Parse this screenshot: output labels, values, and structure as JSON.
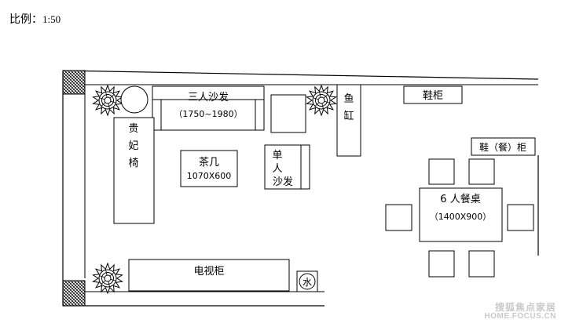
{
  "scale": {
    "label": "比例：",
    "value": "1:50"
  },
  "furniture": {
    "sofa3_name": "三人沙发",
    "sofa3_size": "（1750~1980）",
    "armchair_chars": [
      "贵",
      "妃",
      "椅"
    ],
    "coffee_table_name": "茶几",
    "coffee_table_size": "1070X600",
    "single_sofa_chars": [
      "单",
      "人",
      "沙发"
    ],
    "fish_tank_chars": [
      "鱼",
      "缸"
    ],
    "shoe_cabinet": "鞋柜",
    "shoe_dining_cabinet": "鞋（餐）柜",
    "dining_table_name": "6 人餐桌",
    "dining_table_size": "（1400X900）",
    "tv_cabinet": "电视柜",
    "water": "水"
  },
  "watermark": {
    "line1": "搜狐焦点家居",
    "line2": "HOME.FOCUS.CN"
  },
  "colors": {
    "line": "#000000",
    "hatch": "#000000",
    "watermark": "#c9c9c9"
  }
}
